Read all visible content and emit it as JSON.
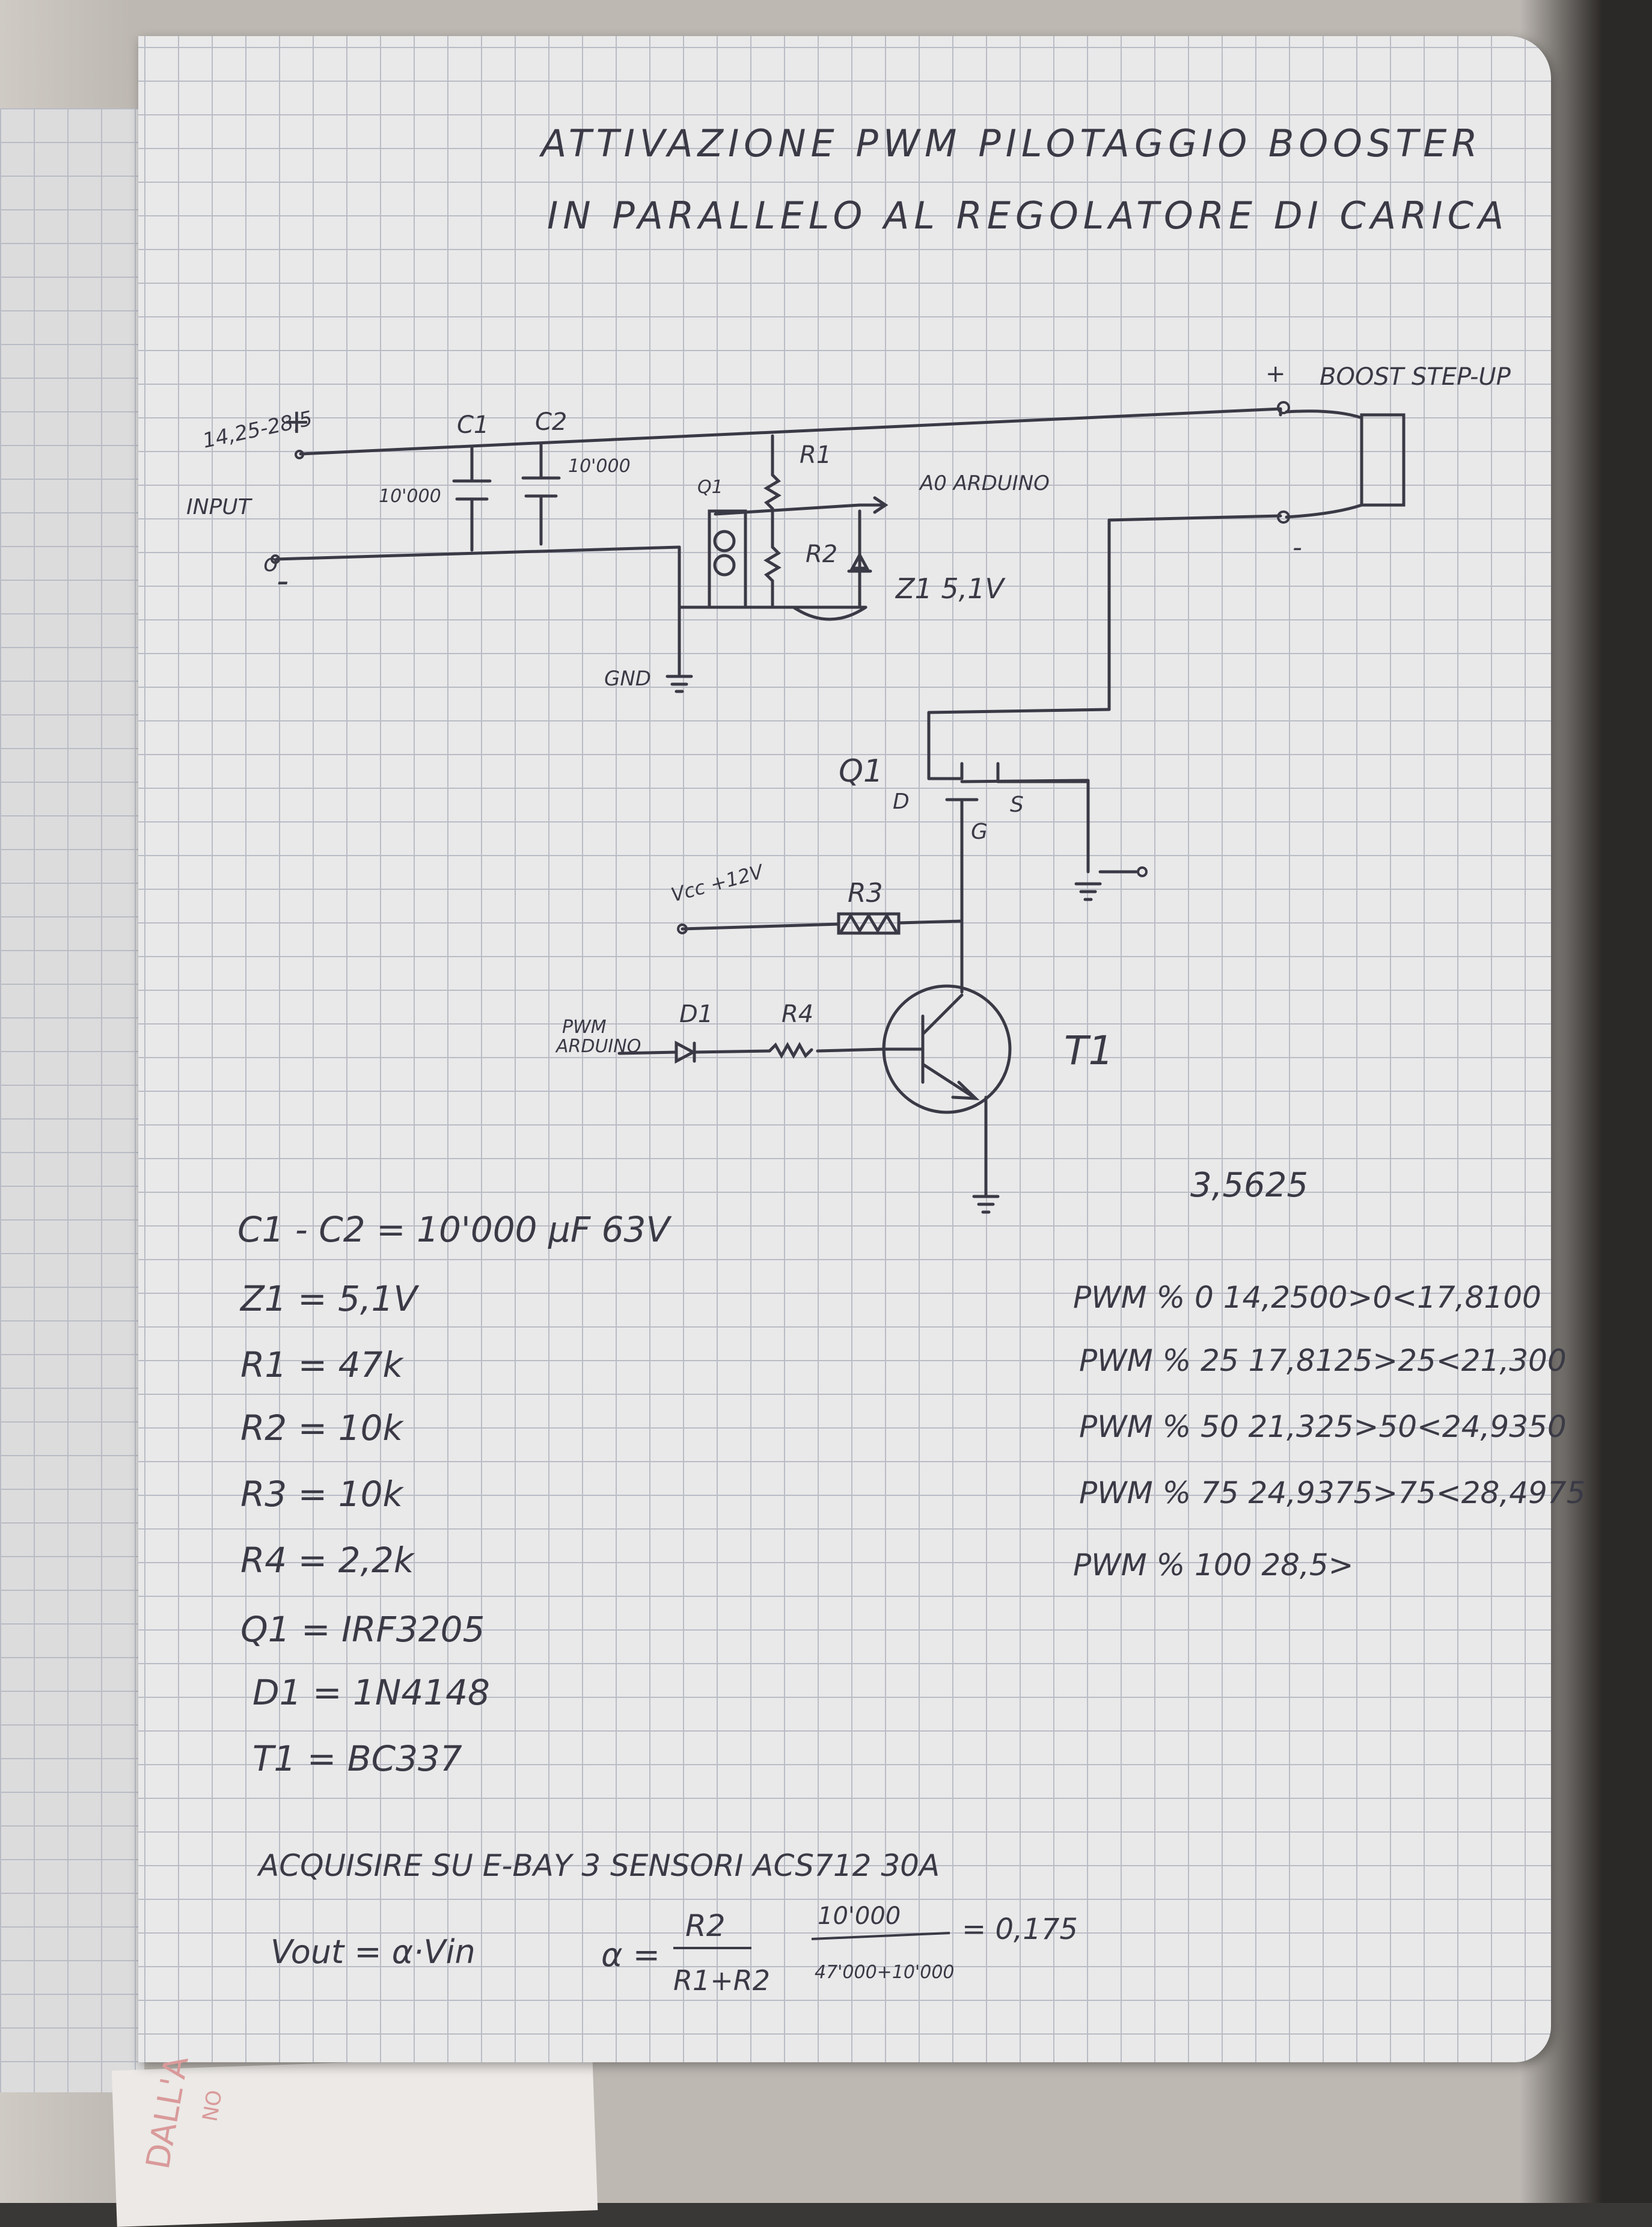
{
  "title": {
    "line1": "ATTIVAZIONE PWM PILOTAGGIO BOOSTER",
    "line2": "IN PARALLELO AL REGOLATORE DI CARICA"
  },
  "schematic": {
    "input_voltage": "14,25-28,5",
    "input_plus": "+",
    "input_label": "INPUT",
    "input_minus": "-",
    "input_node": "o",
    "c1_label": "C1",
    "c2_label": "C2",
    "c1_value": "10'000",
    "c2_value": "10'000",
    "r1_label": "R1",
    "r2_label": "R2",
    "q_small_label": "Q1",
    "a0_label": "A0 ARDUINO",
    "zener_label": "Z1 5,1V",
    "gnd_label": "GND",
    "boost_plus": "+",
    "boost_label": "BOOST STEP-UP",
    "boost_minus": "-",
    "q1_label": "Q1",
    "q1_d": "D",
    "q1_g": "G",
    "q1_s": "S",
    "gnd_node": "o",
    "vcc_label": "Vcc +12V",
    "r3_label": "R3",
    "pwm_label_1": "PWM",
    "pwm_label_2": "ARDUINO",
    "d1_label": "D1",
    "r4_label": "R4",
    "t1_label": "T1"
  },
  "components": [
    "C1 - C2 = 10'000 μF 63V",
    "Z1 = 5,1V",
    "R1 = 47k",
    "R2 = 10k",
    "R3 = 10k",
    "R4 = 2,2k",
    "Q1 = IRF3205",
    "D1 = 1N4148",
    "T1 = BC337"
  ],
  "pwm_table": {
    "step": "3,5625",
    "rows": [
      "PWM % 0   14,2500>0<17,8100",
      "PWM % 25  17,8125>25<21,300",
      "PWM % 50  21,325>50<24,9350",
      "PWM % 75  24,9375>75<28,4975",
      "PWM % 100  28,5>"
    ]
  },
  "notes": {
    "acquire": "ACQUISIRE SU E-BAY   3 SENSORI ACS712  30A",
    "formula_left": "Vout = α·Vin",
    "formula_alpha": "α =",
    "fraction1_num": "R2",
    "fraction1_den": "R1+R2",
    "fraction2_num": "10'000",
    "fraction2_den": "47'000+10'000",
    "formula_result": "= 0,175"
  },
  "scrap": {
    "text1": "DALL'A",
    "text2": "NO"
  },
  "colors": {
    "ink": "#3a3a46",
    "grid": "#b9bcc4",
    "paper": "#e9e9ea",
    "accent_ink": "#8a3a2a"
  }
}
